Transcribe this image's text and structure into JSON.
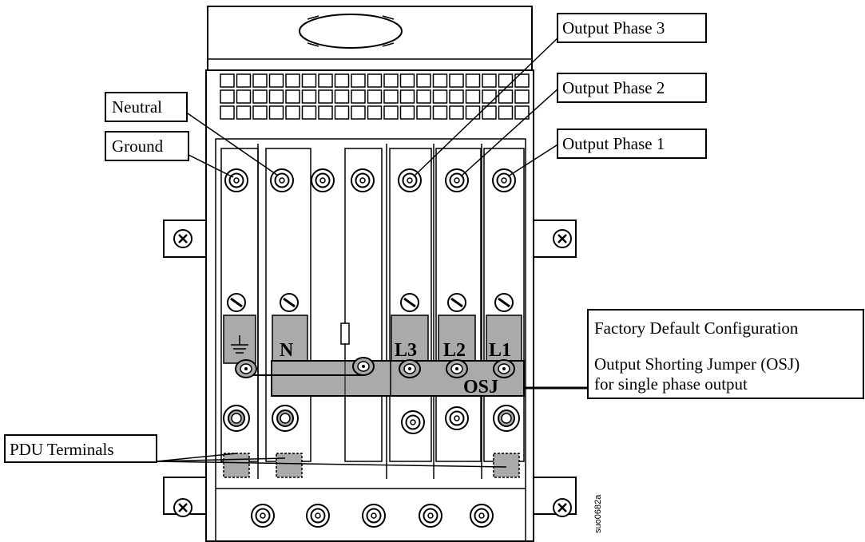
{
  "callouts": {
    "neutral": "Neutral",
    "ground": "Ground",
    "output_phase_3": "Output Phase 3",
    "output_phase_2": "Output Phase 2",
    "output_phase_1": "Output Phase 1",
    "pdu_terminals": "PDU Terminals",
    "factory_default": "Factory Default Configuration",
    "osj_line1": "Output Shorting Jumper (OSJ)",
    "osj_line2": "for single phase output"
  },
  "terminal_labels": {
    "neutral": "N",
    "l3": "L3",
    "l2": "L2",
    "l1": "L1",
    "jumper": "OSJ"
  },
  "figure_code": "suo0682a",
  "colors": {
    "line": "#000000",
    "busbar_fill": "#aaaaaa",
    "background": "#ffffff"
  }
}
